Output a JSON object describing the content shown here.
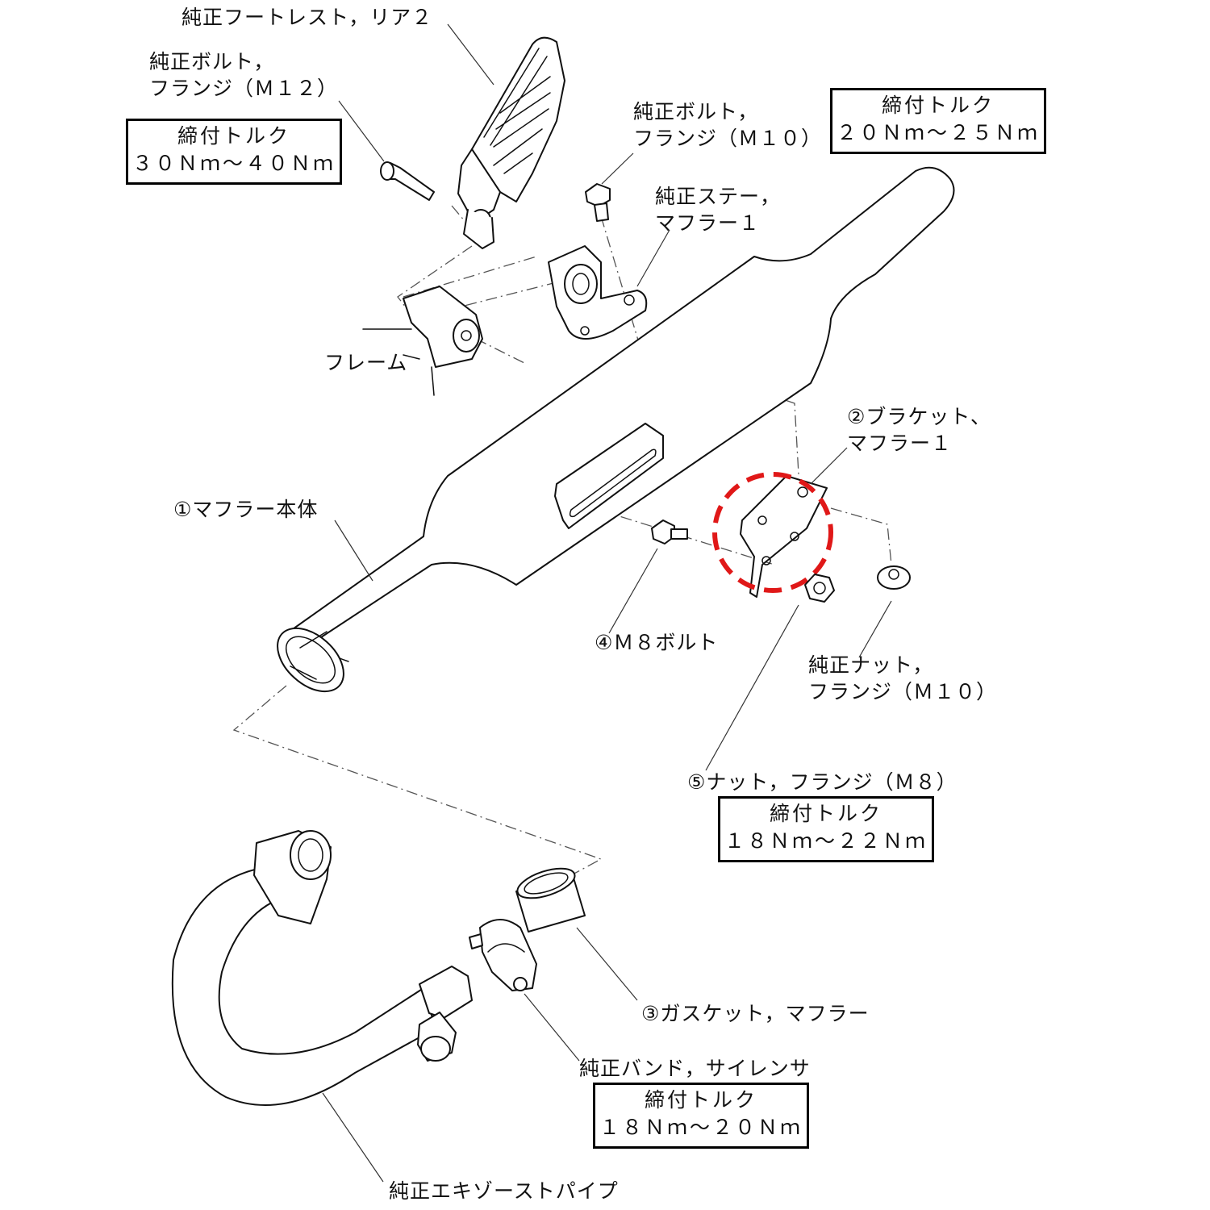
{
  "labels": {
    "footrest": "純正フートレスト，リア２",
    "bolt_m12_line1": "純正ボルト，",
    "bolt_m12_line2": "フランジ（Ｍ１２）",
    "bolt_m10_line1": "純正ボルト，",
    "bolt_m10_line2": "フランジ（Ｍ１０）",
    "stay_line1": "純正ステー，",
    "stay_line2": "マフラー１",
    "frame": "フレーム",
    "bracket_line1": "②ブラケット、",
    "bracket_line2": "マフラー１",
    "muffler_body": "①マフラー本体",
    "m8_bolt": "④Ｍ８ボルト",
    "nut_m10_line1": "純正ナット，",
    "nut_m10_line2": "フランジ（Ｍ１０）",
    "nut_m8": "⑤ナット，フランジ（Ｍ８）",
    "gasket": "③ガスケット，マフラー",
    "band": "純正バンド，サイレンサ",
    "exhaust_pipe": "純正エキゾーストパイプ"
  },
  "torque_boxes": {
    "m12": {
      "title": "締付トルク",
      "value": "３０Ｎｍ～４０Ｎｍ"
    },
    "m10": {
      "title": "締付トルク",
      "value": "２０Ｎｍ～２５Ｎｍ"
    },
    "m8": {
      "title": "締付トルク",
      "value": "１８Ｎｍ～２２Ｎｍ"
    },
    "band": {
      "title": "締付トルク",
      "value": "１８Ｎｍ～２０Ｎｍ"
    }
  },
  "colors": {
    "highlight": "#e01818",
    "ink": "#111111"
  }
}
